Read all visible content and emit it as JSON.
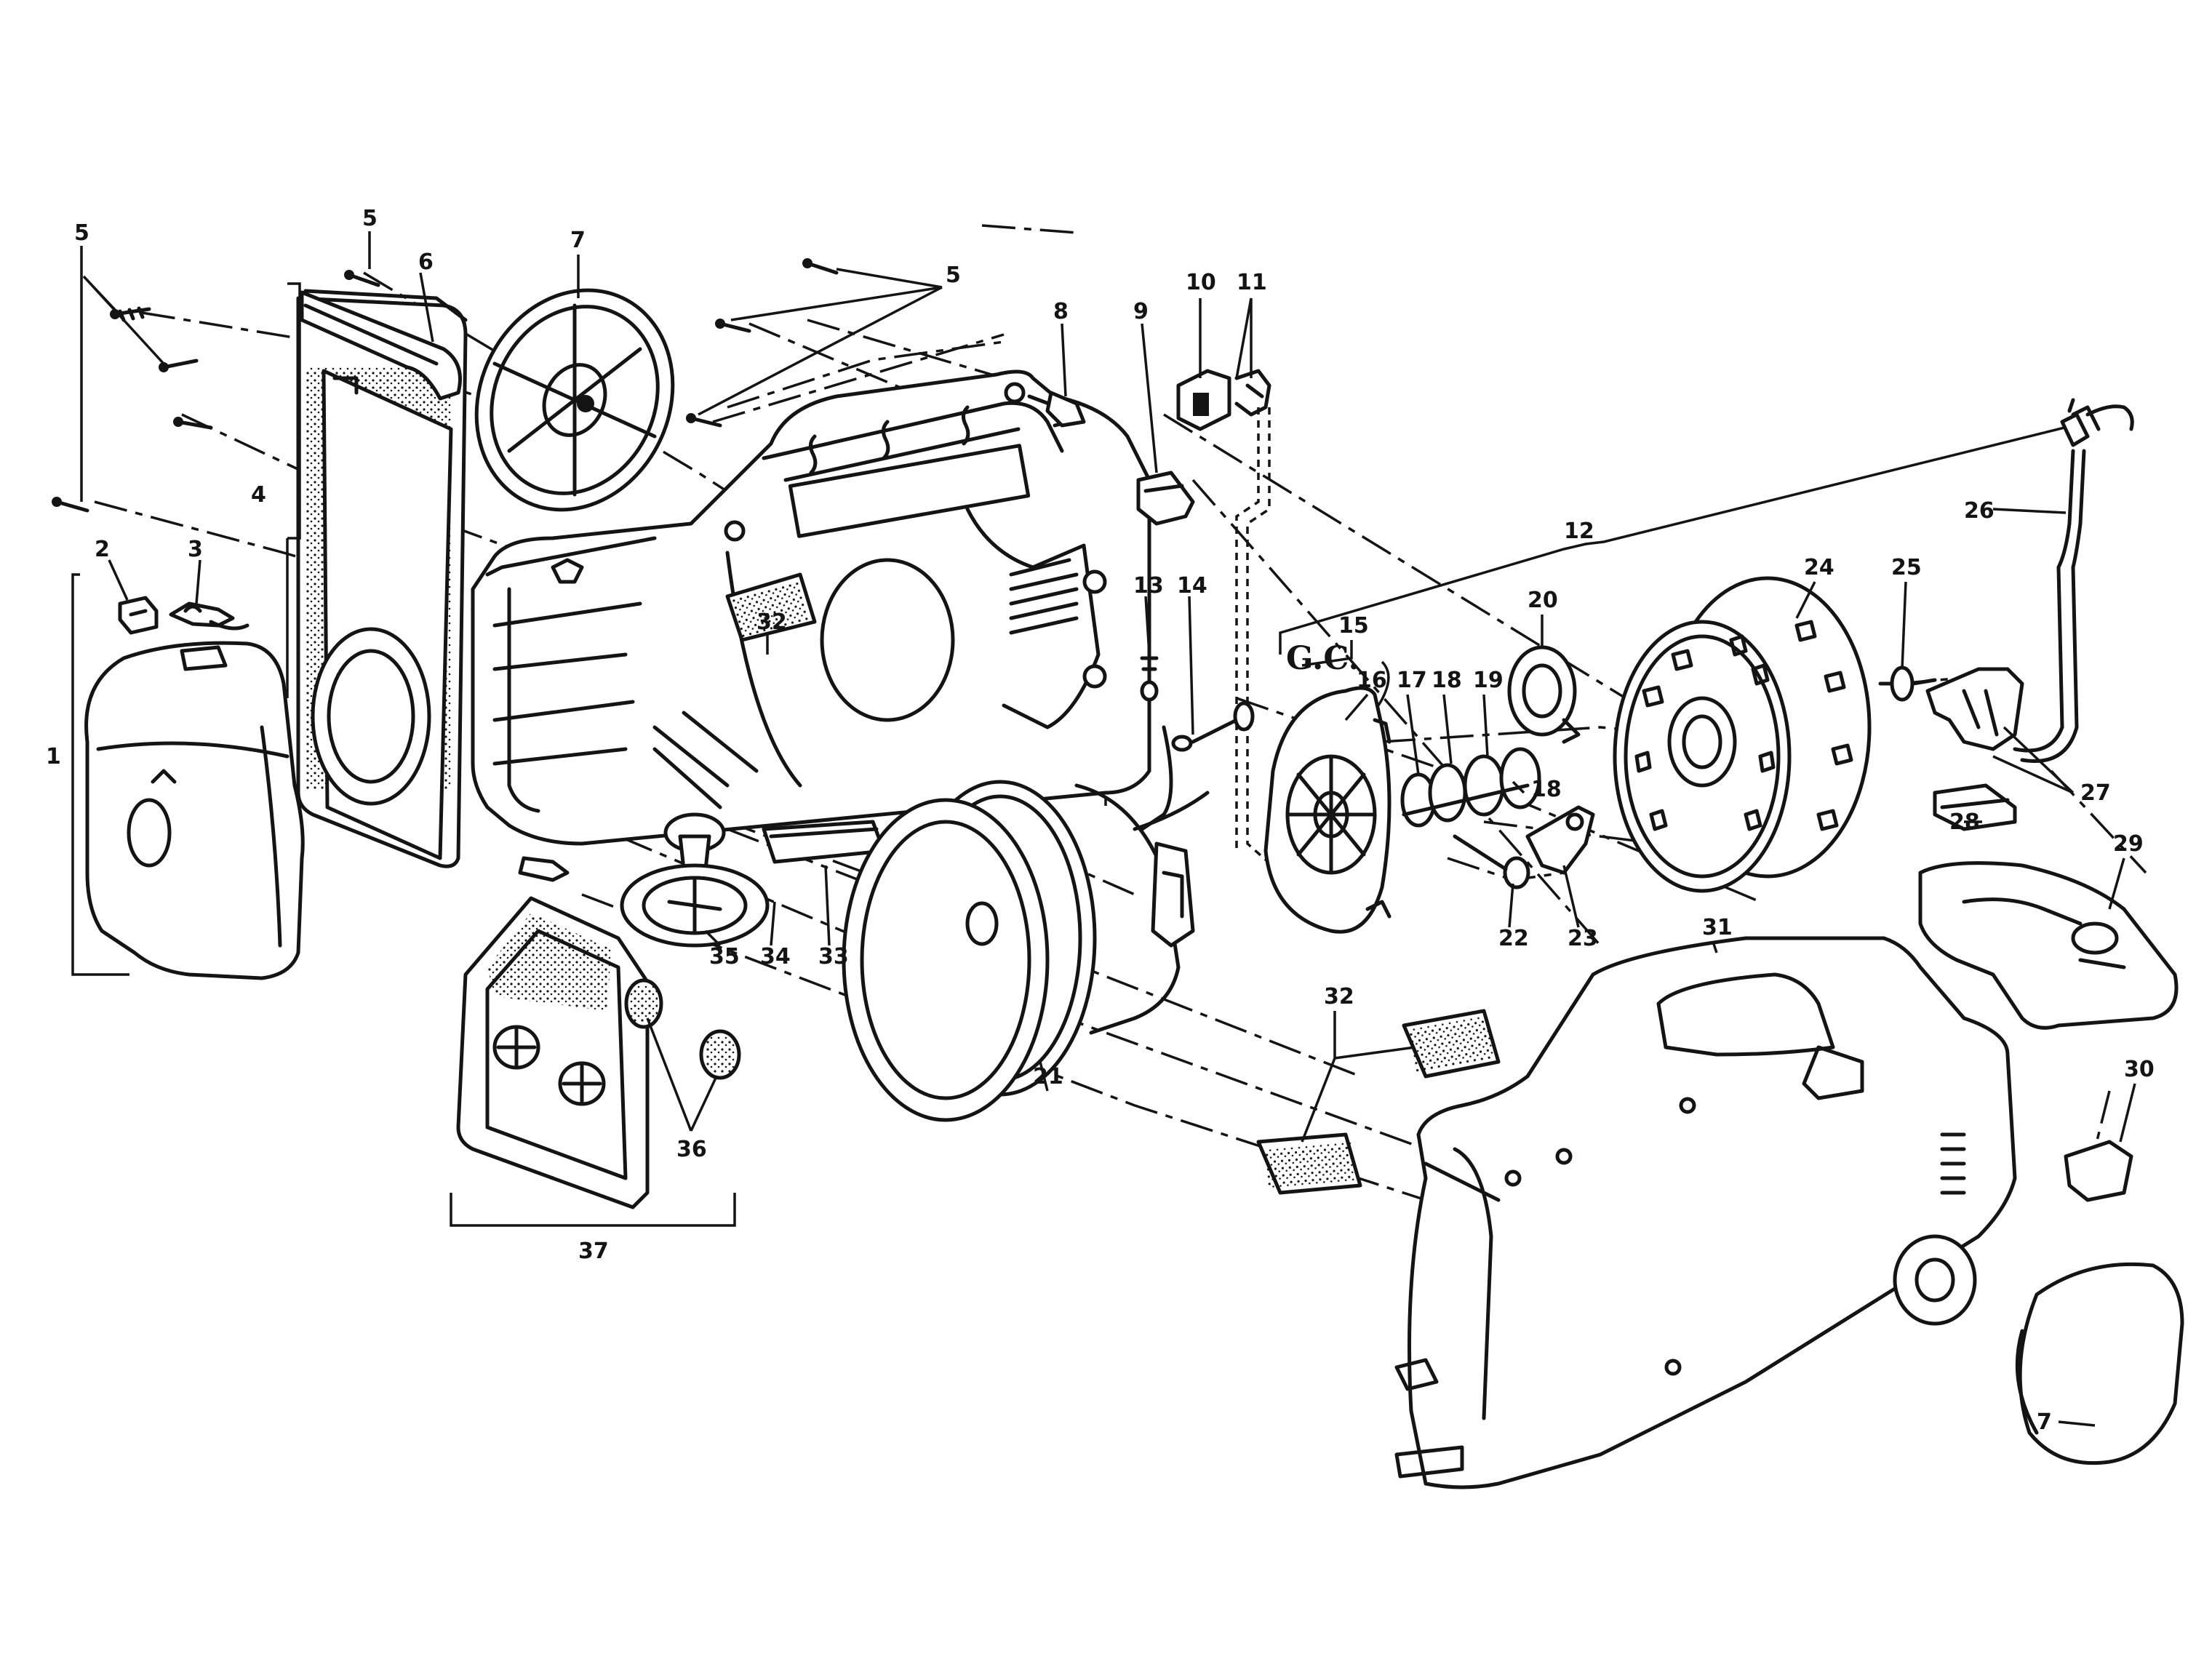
{
  "diagram": {
    "callouts": {
      "c1": "1",
      "c2": "2",
      "c3": "3",
      "c4": "4",
      "c5a": "5",
      "c5b": "5",
      "c5c": "5",
      "c6": "6",
      "c7a": "7",
      "c7b": "7",
      "c8": "8",
      "c9": "9",
      "c10": "10",
      "c11": "11",
      "c12": "12",
      "c13": "13",
      "c14": "14",
      "c15": "15",
      "c16": "16",
      "c17": "17",
      "c18a": "18",
      "c18b": "18",
      "c19": "19",
      "c20": "20",
      "c21": "21",
      "c22": "22",
      "c23": "23",
      "c24": "24",
      "c25": "25",
      "c26": "26",
      "c27": "27",
      "c28": "28",
      "c29": "29",
      "c30": "30",
      "c31": "31",
      "c32a": "32",
      "c32b": "32",
      "c33": "33",
      "c34": "34",
      "c35": "35",
      "c36": "36",
      "c37": "37"
    },
    "marking_text": "G.C.",
    "ink_color": "#141414",
    "paper_color": "#ffffff"
  }
}
